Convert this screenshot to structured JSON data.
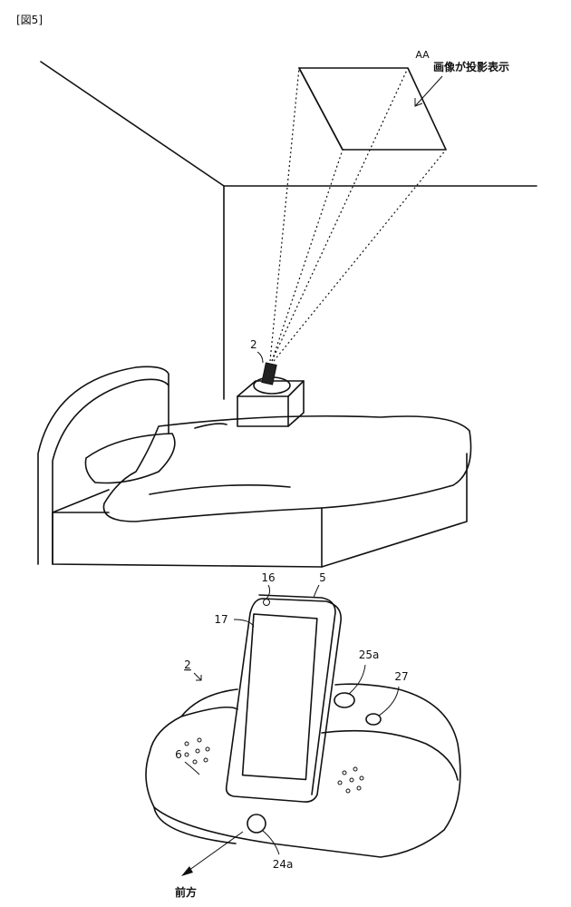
{
  "figure_label": "[図5]",
  "projection": {
    "ref": "AA",
    "caption": "画像が投影表示"
  },
  "refs": {
    "device_top": "2",
    "camera": "16",
    "phone": "5",
    "screen": "17",
    "device": "2",
    "button_back": "25a",
    "sensor": "27",
    "housing": "6",
    "button_front": "24a"
  },
  "direction_label": "前方"
}
